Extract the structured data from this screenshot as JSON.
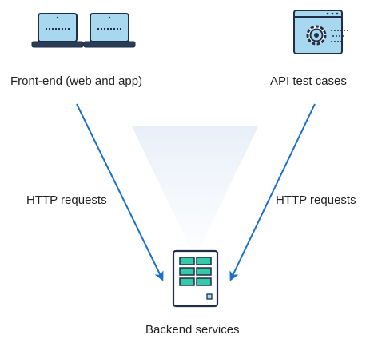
{
  "nodes": {
    "frontend": {
      "label": "Front-end (web and app)",
      "icon": "laptops-icon"
    },
    "api_tests": {
      "label": "API test cases",
      "icon": "gear-window-icon"
    },
    "backend": {
      "label": "Backend services",
      "icon": "server-icon"
    }
  },
  "edges": {
    "left": {
      "label": "HTTP requests"
    },
    "right": {
      "label": "HTTP requests"
    }
  },
  "colors": {
    "arrow": "#1a6fcf",
    "icon_fill": "#a8d8ef",
    "icon_outline": "#1f2f4a",
    "server_fill": "#35c9a8",
    "funnel": "#eef3fa"
  }
}
